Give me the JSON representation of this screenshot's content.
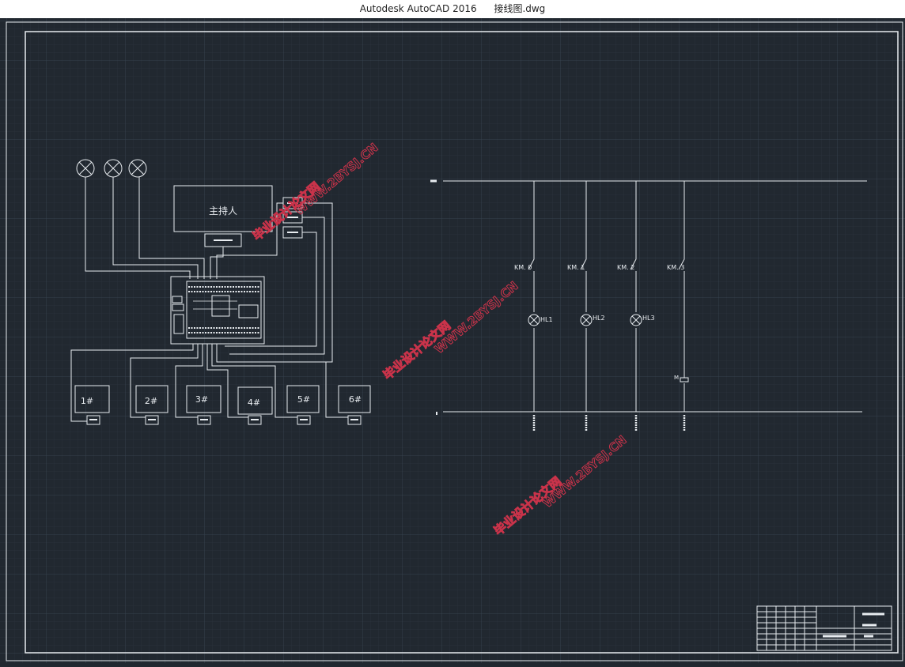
{
  "window": {
    "app_title": "Autodesk AutoCAD 2016",
    "file_name": "接线图.dwg"
  },
  "drawing": {
    "host_box_label": "主持人",
    "contestant_boxes": [
      "1#",
      "2#",
      "3#",
      "4#",
      "5#",
      "6#"
    ],
    "relay_labels": [
      "KM. 0",
      "KM. 1",
      "KM. 2",
      "KM. 3"
    ],
    "lamp_labels": [
      "HL1",
      "HL2",
      "HL3"
    ],
    "motor_label": "M",
    "watermark_url": "WWW.2BYSJ.CN",
    "watermark_cn": "毕业设计论文网"
  },
  "colors": {
    "background": "#212830",
    "grid_minor": "#2a323c",
    "grid_major": "#33404c",
    "line": "#e8ecf0",
    "watermark": "#c9334a"
  }
}
